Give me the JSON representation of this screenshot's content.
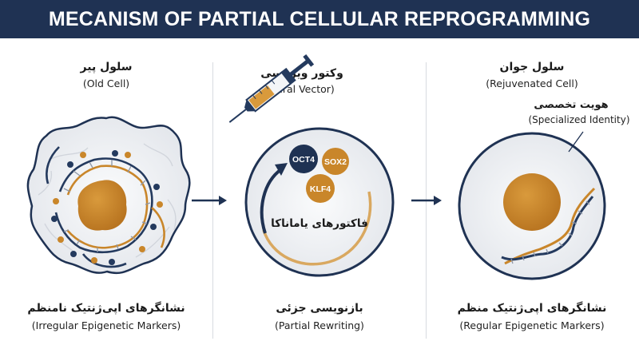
{
  "title": "MECANISM OF PARTIAL CELLULAR REPROGRAMMING",
  "colors": {
    "header_bg": "#1f3253",
    "navy": "#1f3253",
    "nucleus": "#c9862a",
    "dna_gold": "#c9862a",
    "dna_navy": "#243a5e",
    "cell_bg": "#eef0f3"
  },
  "panels": {
    "old": {
      "title_fa": "سلول پیر",
      "title_en": "(Old Cell)",
      "caption_fa": "نشانگرهای اپی‌ژنتیک نامنظم",
      "caption_en": "(Irregular Epigenetic Markers)"
    },
    "vector": {
      "title_fa": "وکتور ویروسی",
      "title_en": "(Viral Vector)",
      "factors": [
        "OCT4",
        "SOX2",
        "KLF4"
      ],
      "factors_label_fa": "فاکتورهای یاماناکا",
      "caption_fa": "بازنویسی جزئی",
      "caption_en": "(Partial Rewriting)"
    },
    "young": {
      "title_fa": "سلول جوان",
      "title_en": "(Rejuvenated Cell)",
      "identity_fa": "هویت تخصصی",
      "identity_en": "(Specialized Identity)",
      "caption_fa": "نشانگرهای اپی‌ژنتیک منظم",
      "caption_en": "(Regular Epigenetic Markers)"
    }
  },
  "icons": [
    "syringe-icon",
    "arrow-right-icon",
    "dna-icon",
    "circular-arrow-icon"
  ]
}
